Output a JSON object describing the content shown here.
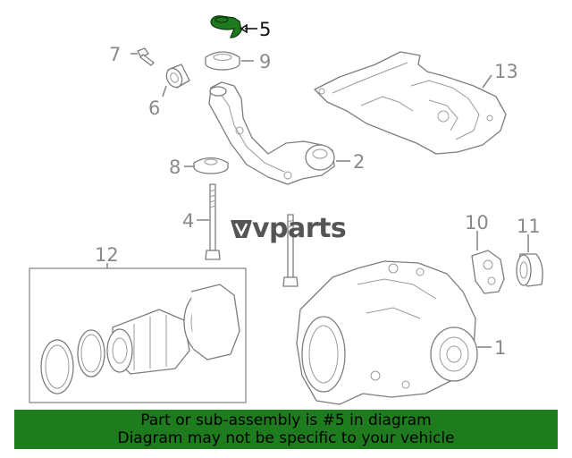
{
  "diagram": {
    "highlighted_part": "5",
    "callouts": [
      "1",
      "2",
      "4",
      "5",
      "6",
      "7",
      "8",
      "9",
      "10",
      "11",
      "12",
      "13"
    ],
    "watermark": "vparts",
    "colors": {
      "highlight": "#1f7a1f",
      "banner": "#1e7b1e",
      "line": "#7d7d7d"
    }
  },
  "banner": {
    "line1": "Part or sub-assembly is #5 in diagram",
    "line2": "Diagram may not be specific to your vehicle"
  }
}
